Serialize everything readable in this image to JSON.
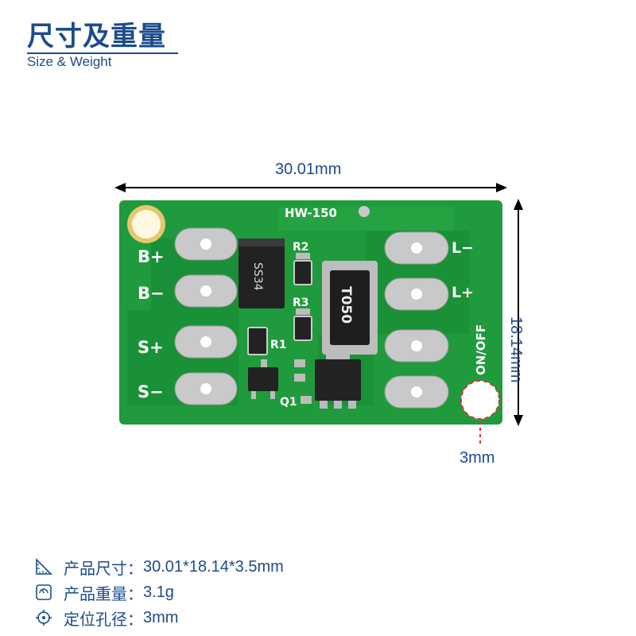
{
  "header": {
    "title": "尺寸及重量",
    "subtitle": "Size & Weight"
  },
  "dimensions": {
    "width": "30.01mm",
    "height": "18.14mm",
    "hole": "3mm"
  },
  "board": {
    "model": "HW-150",
    "left_pads": [
      "B+",
      "B−",
      "S+",
      "S−"
    ],
    "right_pads": [
      "L−",
      "L+"
    ],
    "switch_label": "ON/OFF",
    "components": {
      "r2": "R2",
      "r3": "R3",
      "r1": "R1",
      "q1": "Q1",
      "diode": "SS34",
      "inductor": "T050"
    }
  },
  "specs": [
    {
      "icon": "ruler-icon",
      "label": "产品尺寸：",
      "value": "30.01*18.14*3.5mm"
    },
    {
      "icon": "scale-icon",
      "label": "产品重量：",
      "value": "3.1g"
    },
    {
      "icon": "crosshair-icon",
      "label": "定位孔径：",
      "value": "3mm"
    }
  ],
  "colors": {
    "accent": "#1c4b8c",
    "pcb_green": "#1f9a3c",
    "pcb_dark": "#157a2c",
    "silkscreen": "#ffffff",
    "pad_silver": "#c9c9c9",
    "gold": "#e6c770",
    "highlight_red": "#e8303a"
  }
}
